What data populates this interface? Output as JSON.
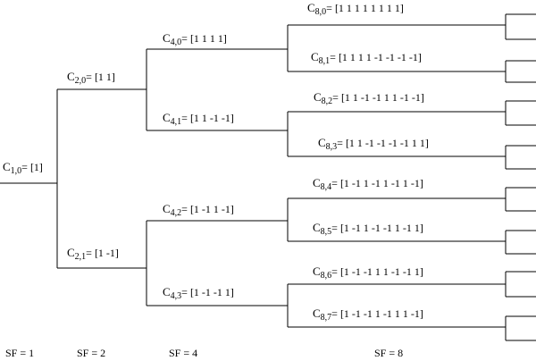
{
  "codes": {
    "c1_0": {
      "letter": "C",
      "sub": "1,0",
      "value": "= [1]"
    },
    "c2_0": {
      "letter": "C",
      "sub": "2,0",
      "value": "= [1 1]"
    },
    "c2_1": {
      "letter": "C",
      "sub": "2,1",
      "value": "= [1 -1]"
    },
    "c4_0": {
      "letter": "C",
      "sub": "4,0",
      "value": "= [1 1 1 1]"
    },
    "c4_1": {
      "letter": "C",
      "sub": "4,1",
      "value": "= [1 1 -1 -1]"
    },
    "c4_2": {
      "letter": "C",
      "sub": "4,2",
      "value": "= [1 -1 1 -1]"
    },
    "c4_3": {
      "letter": "C",
      "sub": "4,3",
      "value": "= [1 -1 -1 1]"
    },
    "c8_0": {
      "letter": "C",
      "sub": "8,0",
      "value": "= [1 1 1 1 1 1 1 1]"
    },
    "c8_1": {
      "letter": "C",
      "sub": "8,1",
      "value": "= [1 1 1 1 -1 -1 -1 -1]"
    },
    "c8_2": {
      "letter": "C",
      "sub": "8,2",
      "value": "= [1 1 -1 -1 1 1 -1 -1]"
    },
    "c8_3": {
      "letter": "C",
      "sub": "8,3",
      "value": "= [1 1 -1 -1 -1 -1 1 1]"
    },
    "c8_4": {
      "letter": "C",
      "sub": "8,4",
      "value": "= [1 -1 1 -1 1 -1 1 -1]"
    },
    "c8_5": {
      "letter": "C",
      "sub": "8,5",
      "value": "= [1 -1 1 -1 -1 1 -1 1]"
    },
    "c8_6": {
      "letter": "C",
      "sub": "8,6",
      "value": "= [1 -1 -1 1 1 -1 -1 1]"
    },
    "c8_7": {
      "letter": "C",
      "sub": "8,7",
      "value": "= [1 -1 -1 1 -1 1 1 -1]"
    }
  },
  "sf_labels": {
    "sf1": "SF = 1",
    "sf2": "SF = 2",
    "sf4": "SF = 4",
    "sf8": "SF = 8"
  }
}
